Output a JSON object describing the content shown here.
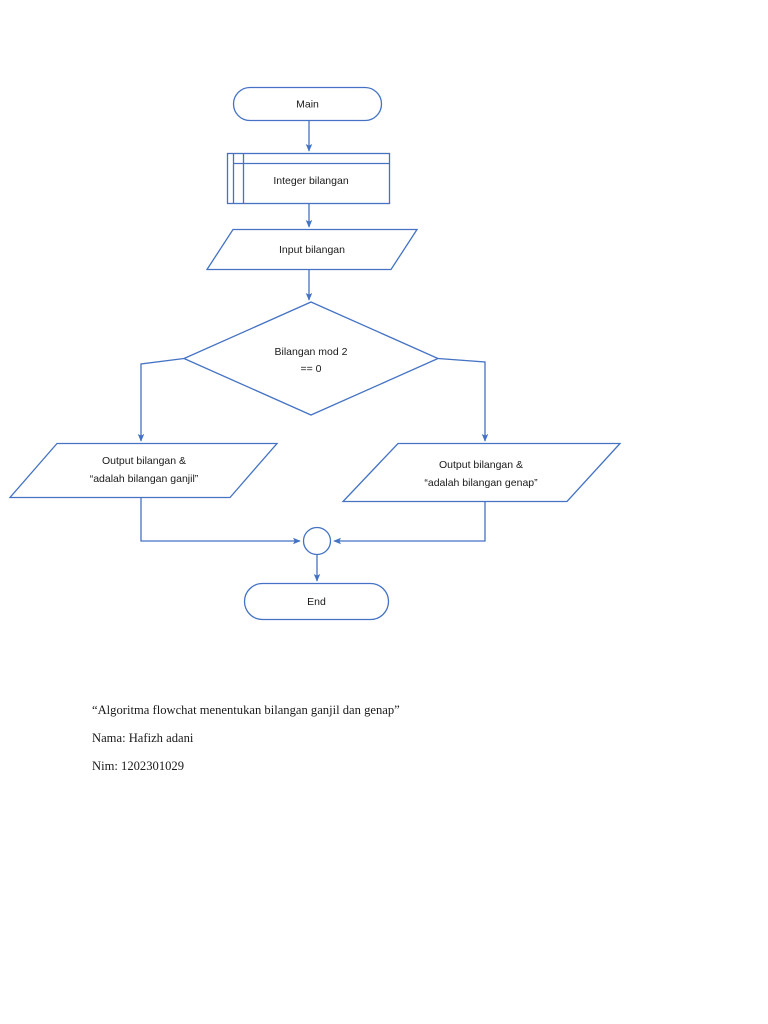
{
  "diagram": {
    "title_caption": "“Algoritma flowchat menentukan bilangan ganjil dan genap”",
    "accent_color": "#4472C4",
    "text_color": "#1a1a1a",
    "background_color": "#ffffff",
    "nodes": {
      "start": {
        "label": "Main",
        "shape": "terminator"
      },
      "declare": {
        "label": "Integer bilangan",
        "shape": "predefined-process"
      },
      "input": {
        "label": "Input bilangan",
        "shape": "parallelogram"
      },
      "decision": {
        "label_line1": "Bilangan mod 2",
        "label_line2": "== 0",
        "shape": "diamond"
      },
      "output_odd": {
        "label_line1": "Output bilangan &",
        "label_line2": "“adalah bilangan ganjil”",
        "shape": "parallelogram"
      },
      "output_even": {
        "label_line1": "Output bilangan &",
        "label_line2": "“adalah bilangan genap”",
        "shape": "parallelogram"
      },
      "merge": {
        "label": "",
        "shape": "circle-connector"
      },
      "end": {
        "label": "End",
        "shape": "terminator"
      }
    }
  },
  "footer": {
    "lines": [
      "“Algoritma flowchat menentukan bilangan ganjil dan genap”",
      "Nama: Hafizh adani",
      "Nim: 1202301029"
    ],
    "caption": "“Algoritma flowchat menentukan bilangan ganjil dan genap”",
    "name_line": "Nama: Hafizh adani",
    "nim_line": "Nim: 1202301029"
  }
}
